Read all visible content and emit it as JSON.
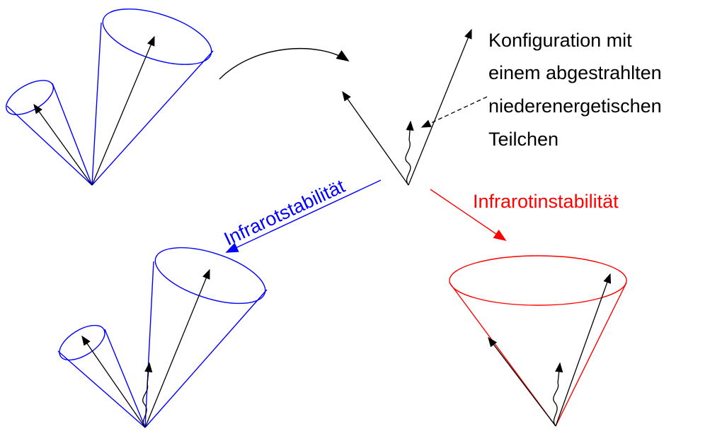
{
  "annotation": {
    "lines": [
      "Konfiguration mit",
      "einem abgestrahlten",
      "niederenergetischen",
      "Teilchen"
    ]
  },
  "labels": {
    "stable": "Infrarotstabilität",
    "unstable": "Infrarotinstabilität"
  },
  "colors": {
    "stable": "#0000ff",
    "unstable": "#ff0000",
    "ink": "#000000"
  }
}
